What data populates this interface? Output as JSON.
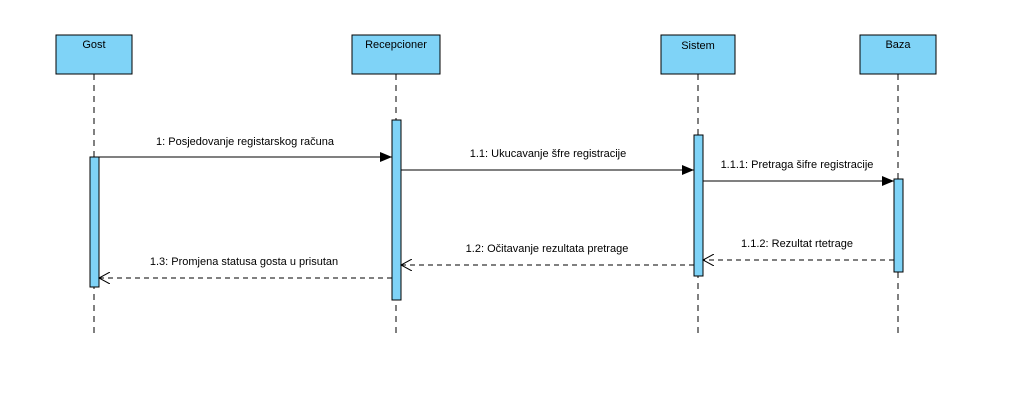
{
  "participants": [
    {
      "id": "gost",
      "label": "Gost"
    },
    {
      "id": "recepcioner",
      "label": "Recepcioner"
    },
    {
      "id": "sistem",
      "label": "Sistem"
    },
    {
      "id": "baza",
      "label": "Baza"
    }
  ],
  "messages": [
    {
      "id": "m1",
      "label": "1: Posjedovanje registarskog računa",
      "from": "gost",
      "to": "recepcioner",
      "kind": "sync"
    },
    {
      "id": "m11",
      "label": "1.1: Ukucavanje šfre registracije",
      "from": "recepcioner",
      "to": "sistem",
      "kind": "sync"
    },
    {
      "id": "m111",
      "label": "1.1.1: Pretraga šifre registracije",
      "from": "sistem",
      "to": "baza",
      "kind": "sync"
    },
    {
      "id": "m112",
      "label": "1.1.2: Rezultat rtetrage",
      "from": "baza",
      "to": "sistem",
      "kind": "return"
    },
    {
      "id": "m12",
      "label": "1.2: Očitavanje rezultata pretrage",
      "from": "sistem",
      "to": "recepcioner",
      "kind": "return"
    },
    {
      "id": "m13",
      "label": "1.3: Promjena statusa gosta u prisutan",
      "from": "recepcioner",
      "to": "gost",
      "kind": "return"
    }
  ],
  "colors": {
    "participant_fill": "#7fd3f7",
    "activation_fill": "#7fd3f7",
    "line": "#000000"
  }
}
